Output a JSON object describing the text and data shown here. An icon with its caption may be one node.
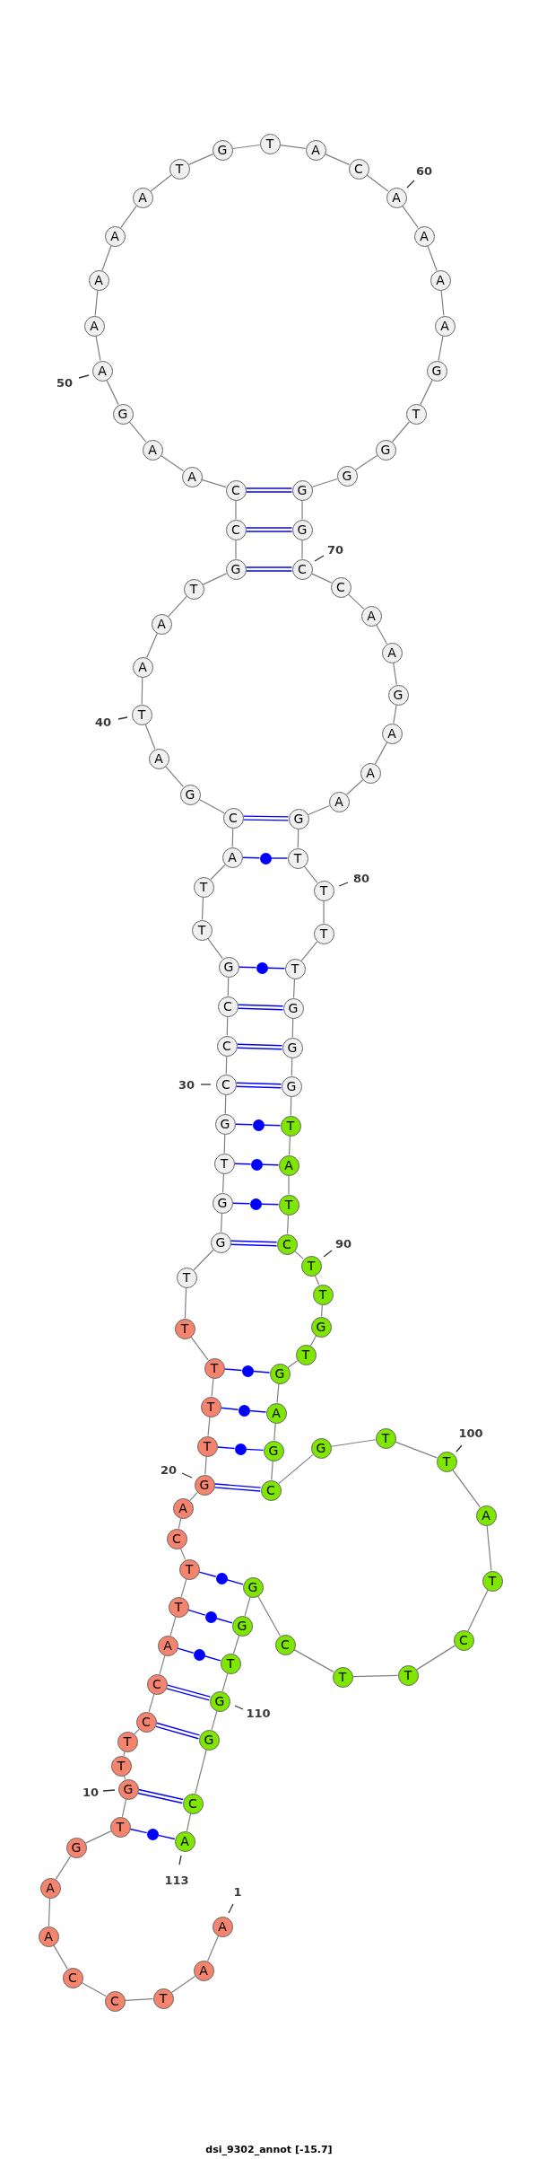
{
  "diagram": {
    "caption": "dsi_9302_annot [-15.7]",
    "nodes": [
      {
        "text": [
          "A"
        ],
        "beside": [
          "1"
        ]
      },
      {
        "text": [
          "A"
        ]
      },
      {
        "text": [
          "T"
        ]
      },
      {
        "text": [
          "C"
        ]
      },
      {
        "text": [
          "C"
        ]
      },
      {
        "text": [
          "A"
        ]
      },
      {
        "text": [
          "A"
        ]
      },
      {
        "text": [
          "G"
        ]
      },
      {
        "text": [
          "T"
        ]
      },
      {
        "text": [
          "G"
        ],
        "beside": [
          "10"
        ]
      },
      {
        "text": [
          "T"
        ]
      },
      {
        "text": [
          "T"
        ]
      },
      {
        "text": [
          "C"
        ]
      },
      {
        "text": [
          "C"
        ]
      },
      {
        "text": [
          "A"
        ]
      },
      {
        "text": [
          "T"
        ]
      },
      {
        "text": [
          "T"
        ]
      },
      {
        "text": [
          "C"
        ]
      },
      {
        "text": [
          "A"
        ]
      },
      {
        "text": [
          "G"
        ],
        "beside": [
          "20"
        ]
      },
      {
        "text": [
          "T"
        ]
      },
      {
        "text": [
          "T"
        ]
      },
      {
        "text": [
          "T"
        ]
      },
      {
        "text": [
          "T"
        ]
      },
      {
        "text": [
          "T"
        ]
      },
      {
        "text": [
          "G"
        ]
      },
      {
        "text": [
          "G"
        ]
      },
      {
        "text": [
          "T"
        ]
      },
      {
        "text": [
          "G"
        ]
      },
      {
        "text": [
          "C"
        ],
        "beside": [
          "30"
        ]
      },
      {
        "text": [
          "C"
        ]
      },
      {
        "text": [
          "C"
        ]
      },
      {
        "text": [
          "G"
        ]
      },
      {
        "text": [
          "T"
        ]
      },
      {
        "text": [
          "T"
        ]
      },
      {
        "text": [
          "A"
        ]
      },
      {
        "text": [
          "C"
        ]
      },
      {
        "text": [
          "G"
        ]
      },
      {
        "text": [
          "A"
        ]
      },
      {
        "text": [
          "T"
        ],
        "beside": [
          "40"
        ]
      },
      {
        "text": [
          "A"
        ]
      },
      {
        "text": [
          "A"
        ]
      },
      {
        "text": [
          "T"
        ]
      },
      {
        "text": [
          "G"
        ]
      },
      {
        "text": [
          "C"
        ]
      },
      {
        "text": [
          "C"
        ]
      },
      {
        "text": [
          "A"
        ]
      },
      {
        "text": [
          "A"
        ]
      },
      {
        "text": [
          "G"
        ]
      },
      {
        "text": [
          "A"
        ],
        "beside": [
          "50"
        ]
      },
      {
        "text": [
          "A"
        ]
      },
      {
        "text": [
          "A"
        ]
      },
      {
        "text": [
          "A"
        ]
      },
      {
        "text": [
          "A"
        ]
      },
      {
        "text": [
          "T"
        ]
      },
      {
        "text": [
          "G"
        ]
      },
      {
        "text": [
          "T"
        ]
      },
      {
        "text": [
          "A"
        ]
      },
      {
        "text": [
          "C"
        ]
      },
      {
        "text": [
          "A"
        ],
        "beside": [
          "60"
        ]
      },
      {
        "text": [
          "A"
        ]
      },
      {
        "text": [
          "A"
        ]
      },
      {
        "text": [
          "A"
        ]
      },
      {
        "text": [
          "G"
        ]
      },
      {
        "text": [
          "T"
        ]
      },
      {
        "text": [
          "G"
        ]
      },
      {
        "text": [
          "G"
        ]
      },
      {
        "text": [
          "G"
        ]
      },
      {
        "text": [
          "G"
        ]
      },
      {
        "text": [
          "C"
        ],
        "beside": [
          "70"
        ]
      },
      {
        "text": [
          "C"
        ]
      },
      {
        "text": [
          "A"
        ]
      },
      {
        "text": [
          "A"
        ]
      },
      {
        "text": [
          "G"
        ]
      },
      {
        "text": [
          "A"
        ]
      },
      {
        "text": [
          "A"
        ]
      },
      {
        "text": [
          "A"
        ]
      },
      {
        "text": [
          "G"
        ]
      },
      {
        "text": [
          "T"
        ]
      },
      {
        "text": [
          "T"
        ],
        "beside": [
          "80"
        ]
      },
      {
        "text": [
          "T"
        ]
      },
      {
        "text": [
          "T"
        ]
      },
      {
        "text": [
          "G"
        ]
      },
      {
        "text": [
          "G"
        ]
      },
      {
        "text": [
          "G"
        ]
      },
      {
        "text": [
          "T"
        ]
      },
      {
        "text": [
          "A"
        ]
      },
      {
        "text": [
          "T"
        ]
      },
      {
        "text": [
          "C"
        ]
      },
      {
        "text": [
          "T"
        ],
        "beside": [
          "90"
        ]
      },
      {
        "text": [
          "T"
        ]
      },
      {
        "text": [
          "G"
        ]
      },
      {
        "text": [
          "T"
        ]
      },
      {
        "text": [
          "G"
        ]
      },
      {
        "text": [
          "A"
        ]
      },
      {
        "text": [
          "G"
        ]
      },
      {
        "text": [
          "C"
        ]
      },
      {
        "text": [
          "G"
        ]
      },
      {
        "text": [
          "T"
        ]
      },
      {
        "text": [
          "T"
        ],
        "beside": [
          "100"
        ]
      },
      {
        "text": [
          "A"
        ]
      },
      {
        "text": [
          "T"
        ]
      },
      {
        "text": [
          "C"
        ]
      },
      {
        "text": [
          "T"
        ]
      },
      {
        "text": [
          "T"
        ]
      },
      {
        "text": [
          "C"
        ]
      },
      {
        "text": [
          "G"
        ]
      },
      {
        "text": [
          "G"
        ]
      },
      {
        "text": [
          "T"
        ]
      },
      {
        "text": [
          "G"
        ],
        "beside": [
          "110"
        ]
      },
      {
        "text": [
          "G"
        ]
      },
      {
        "text": [
          "C"
        ]
      },
      {
        "text": [
          "A"
        ],
        "beside": [
          "113"
        ]
      },
      {
        "text": [],
        "shape": "circle"
      },
      {
        "text": [],
        "shape": "circle"
      },
      {
        "text": [],
        "shape": "circle"
      },
      {
        "text": [],
        "shape": "circle"
      },
      {
        "text": [],
        "shape": "circle"
      },
      {
        "text": [],
        "shape": "circle"
      },
      {
        "text": [],
        "shape": "circle"
      },
      {
        "text": [],
        "shape": "circle"
      },
      {
        "text": [],
        "shape": "circle"
      },
      {
        "text": [],
        "shape": "circle"
      },
      {
        "text": [],
        "shape": "circle"
      },
      {
        "text": [],
        "shape": "circle"
      }
    ],
    "edges": [
      {
        "from": 0,
        "to": 1,
        "arrow": "none"
      },
      {
        "from": 1,
        "to": 2,
        "arrow": "none"
      },
      {
        "from": 2,
        "to": 3,
        "arrow": "none"
      },
      {
        "from": 3,
        "to": 4,
        "arrow": "none"
      },
      {
        "from": 4,
        "to": 5,
        "arrow": "none"
      },
      {
        "from": 5,
        "to": 6,
        "arrow": "none"
      },
      {
        "from": 6,
        "to": 7,
        "arrow": "none"
      },
      {
        "from": 7,
        "to": 8,
        "arrow": "none"
      },
      {
        "from": 8,
        "to": 9,
        "arrow": "none"
      },
      {
        "from": 9,
        "to": 10,
        "arrow": "none"
      },
      {
        "from": 10,
        "to": 11,
        "arrow": "none"
      },
      {
        "from": 11,
        "to": 12,
        "arrow": "none"
      },
      {
        "from": 12,
        "to": 13,
        "arrow": "none"
      },
      {
        "from": 13,
        "to": 14,
        "arrow": "none"
      },
      {
        "from": 14,
        "to": 15,
        "arrow": "none"
      },
      {
        "from": 15,
        "to": 16,
        "arrow": "none"
      },
      {
        "from": 16,
        "to": 17,
        "arrow": "none"
      },
      {
        "from": 17,
        "to": 18,
        "arrow": "none"
      },
      {
        "from": 18,
        "to": 19,
        "arrow": "none"
      },
      {
        "from": 19,
        "to": 20,
        "arrow": "none"
      },
      {
        "from": 20,
        "to": 21,
        "arrow": "none"
      },
      {
        "from": 21,
        "to": 22,
        "arrow": "none"
      },
      {
        "from": 22,
        "to": 23,
        "arrow": "none"
      },
      {
        "from": 23,
        "to": 24,
        "arrow": "none"
      },
      {
        "from": 24,
        "to": 25,
        "arrow": "none"
      },
      {
        "from": 25,
        "to": 26,
        "arrow": "none"
      },
      {
        "from": 26,
        "to": 27,
        "arrow": "none"
      },
      {
        "from": 27,
        "to": 28,
        "arrow": "none"
      },
      {
        "from": 28,
        "to": 29,
        "arrow": "none"
      },
      {
        "from": 29,
        "to": 30,
        "arrow": "none"
      },
      {
        "from": 30,
        "to": 31,
        "arrow": "none"
      },
      {
        "from": 31,
        "to": 32,
        "arrow": "none"
      },
      {
        "from": 32,
        "to": 33,
        "arrow": "none"
      },
      {
        "from": 33,
        "to": 34,
        "arrow": "none"
      },
      {
        "from": 34,
        "to": 35,
        "arrow": "none"
      },
      {
        "from": 35,
        "to": 36,
        "arrow": "none"
      },
      {
        "from": 36,
        "to": 37,
        "arrow": "none"
      },
      {
        "from": 37,
        "to": 38,
        "arrow": "none"
      },
      {
        "from": 38,
        "to": 39,
        "arrow": "none"
      },
      {
        "from": 39,
        "to": 40,
        "arrow": "none"
      },
      {
        "from": 40,
        "to": 41,
        "arrow": "none"
      },
      {
        "from": 41,
        "to": 42,
        "arrow": "none"
      },
      {
        "from": 42,
        "to": 43,
        "arrow": "none"
      },
      {
        "from": 43,
        "to": 44,
        "arrow": "none"
      },
      {
        "from": 44,
        "to": 45,
        "arrow": "none"
      },
      {
        "from": 45,
        "to": 46,
        "arrow": "none"
      },
      {
        "from": 46,
        "to": 47,
        "arrow": "none"
      },
      {
        "from": 47,
        "to": 48,
        "arrow": "none"
      },
      {
        "from": 48,
        "to": 49,
        "arrow": "none"
      },
      {
        "from": 49,
        "to": 50,
        "arrow": "none"
      },
      {
        "from": 50,
        "to": 51,
        "arrow": "none"
      },
      {
        "from": 51,
        "to": 52,
        "arrow": "none"
      },
      {
        "from": 52,
        "to": 53,
        "arrow": "none"
      },
      {
        "from": 53,
        "to": 54,
        "arrow": "none"
      },
      {
        "from": 54,
        "to": 55,
        "arrow": "none"
      },
      {
        "from": 55,
        "to": 56,
        "arrow": "none"
      },
      {
        "from": 56,
        "to": 57,
        "arrow": "none"
      },
      {
        "from": 57,
        "to": 58,
        "arrow": "none"
      },
      {
        "from": 58,
        "to": 59,
        "arrow": "none"
      },
      {
        "from": 59,
        "to": 60,
        "arrow": "none"
      },
      {
        "from": 60,
        "to": 61,
        "arrow": "none"
      },
      {
        "from": 61,
        "to": 62,
        "arrow": "none"
      },
      {
        "from": 62,
        "to": 63,
        "arrow": "none"
      },
      {
        "from": 63,
        "to": 64,
        "arrow": "none"
      },
      {
        "from": 64,
        "to": 65,
        "arrow": "none"
      },
      {
        "from": 65,
        "to": 66,
        "arrow": "none"
      },
      {
        "from": 66,
        "to": 67,
        "arrow": "none"
      },
      {
        "from": 67,
        "to": 68,
        "arrow": "none"
      },
      {
        "from": 68,
        "to": 69,
        "arrow": "none"
      },
      {
        "from": 69,
        "to": 70,
        "arrow": "none"
      },
      {
        "from": 70,
        "to": 71,
        "arrow": "none"
      },
      {
        "from": 71,
        "to": 72,
        "arrow": "none"
      },
      {
        "from": 72,
        "to": 73,
        "arrow": "none"
      },
      {
        "from": 73,
        "to": 74,
        "arrow": "none"
      },
      {
        "from": 74,
        "to": 75,
        "arrow": "none"
      },
      {
        "from": 75,
        "to": 76,
        "arrow": "none"
      },
      {
        "from": 76,
        "to": 77,
        "arrow": "none"
      },
      {
        "from": 77,
        "to": 78,
        "arrow": "none"
      },
      {
        "from": 78,
        "to": 79,
        "arrow": "none"
      },
      {
        "from": 79,
        "to": 80,
        "arrow": "none"
      },
      {
        "from": 80,
        "to": 81,
        "arrow": "none"
      },
      {
        "from": 81,
        "to": 82,
        "arrow": "none"
      },
      {
        "from": 82,
        "to": 83,
        "arrow": "none"
      },
      {
        "from": 83,
        "to": 84,
        "arrow": "none"
      },
      {
        "from": 84,
        "to": 85,
        "arrow": "none"
      },
      {
        "from": 85,
        "to": 86,
        "arrow": "none"
      },
      {
        "from": 86,
        "to": 87,
        "arrow": "none"
      },
      {
        "from": 87,
        "to": 88,
        "arrow": "none"
      },
      {
        "from": 88,
        "to": 89,
        "arrow": "none"
      },
      {
        "from": 89,
        "to": 90,
        "arrow": "none"
      },
      {
        "from": 90,
        "to": 91,
        "arrow": "none"
      },
      {
        "from": 91,
        "to": 92,
        "arrow": "none"
      },
      {
        "from": 92,
        "to": 93,
        "arrow": "none"
      },
      {
        "from": 93,
        "to": 94,
        "arrow": "none"
      },
      {
        "from": 94,
        "to": 95,
        "arrow": "none"
      },
      {
        "from": 95,
        "to": 96,
        "arrow": "none"
      },
      {
        "from": 96,
        "to": 97,
        "arrow": "none"
      },
      {
        "from": 97,
        "to": 98,
        "arrow": "none"
      },
      {
        "from": 98,
        "to": 99,
        "arrow": "none"
      },
      {
        "from": 99,
        "to": 100,
        "arrow": "none"
      },
      {
        "from": 100,
        "to": 101,
        "arrow": "none"
      },
      {
        "from": 101,
        "to": 102,
        "arrow": "none"
      },
      {
        "from": 102,
        "to": 103,
        "arrow": "none"
      },
      {
        "from": 103,
        "to": 104,
        "arrow": "none"
      },
      {
        "from": 104,
        "to": 105,
        "arrow": "none"
      },
      {
        "from": 105,
        "to": 106,
        "arrow": "none"
      },
      {
        "from": 106,
        "to": 107,
        "arrow": "none"
      },
      {
        "from": 107,
        "to": 108,
        "arrow": "none"
      },
      {
        "from": 108,
        "to": 109,
        "arrow": "none"
      },
      {
        "from": 109,
        "to": 110,
        "arrow": "none"
      },
      {
        "from": 110,
        "to": 111,
        "arrow": "none"
      },
      {
        "from": 111,
        "to": 112,
        "arrow": "none"
      },
      {
        "from": 45,
        "to": 67,
        "arrow": "none",
        "color": "#0000ff"
      },
      {
        "from": 44,
        "to": 68,
        "arrow": "none",
        "color": "#0000ff"
      },
      {
        "from": 43,
        "to": 69,
        "arrow": "none",
        "color": "#0000ff"
      },
      {
        "from": 36,
        "to": 77,
        "arrow": "none",
        "color": "#0000ff"
      },
      {
        "from": 35,
        "to": 113,
        "arrow": "none",
        "color": "#0000ff"
      },
      {
        "from": 113,
        "to": 78,
        "arrow": "none",
        "color": "#0000ff"
      },
      {
        "from": 32,
        "to": 114,
        "arrow": "none",
        "color": "#0000ff"
      },
      {
        "from": 114,
        "to": 81,
        "arrow": "none",
        "color": "#0000ff"
      },
      {
        "from": 31,
        "to": 82,
        "arrow": "none",
        "color": "#0000ff"
      },
      {
        "from": 30,
        "to": 83,
        "arrow": "none",
        "color": "#0000ff"
      },
      {
        "from": 29,
        "to": 84,
        "arrow": "none",
        "color": "#0000ff"
      },
      {
        "from": 28,
        "to": 115,
        "arrow": "none",
        "color": "#0000ff"
      },
      {
        "from": 115,
        "to": 85,
        "arrow": "none",
        "color": "#0000ff"
      },
      {
        "from": 27,
        "to": 116,
        "arrow": "none",
        "color": "#0000ff"
      },
      {
        "from": 116,
        "to": 86,
        "arrow": "none",
        "color": "#0000ff"
      },
      {
        "from": 26,
        "to": 117,
        "arrow": "none",
        "color": "#0000ff"
      },
      {
        "from": 117,
        "to": 87,
        "arrow": "none",
        "color": "#0000ff"
      },
      {
        "from": 25,
        "to": 88,
        "arrow": "none",
        "color": "#0000ff"
      },
      {
        "from": 22,
        "to": 118,
        "arrow": "none",
        "color": "#0000ff"
      },
      {
        "from": 118,
        "to": 93,
        "arrow": "none",
        "color": "#0000ff"
      },
      {
        "from": 21,
        "to": 119,
        "arrow": "none",
        "color": "#0000ff"
      },
      {
        "from": 119,
        "to": 94,
        "arrow": "none",
        "color": "#0000ff"
      },
      {
        "from": 20,
        "to": 120,
        "arrow": "none",
        "color": "#0000ff"
      },
      {
        "from": 120,
        "to": 95,
        "arrow": "none",
        "color": "#0000ff"
      },
      {
        "from": 19,
        "to": 96,
        "arrow": "none",
        "color": "#0000ff"
      },
      {
        "from": 16,
        "to": 121,
        "arrow": "none",
        "color": "#0000ff"
      },
      {
        "from": 121,
        "to": 106,
        "arrow": "none",
        "color": "#0000ff"
      },
      {
        "from": 15,
        "to": 122,
        "arrow": "none",
        "color": "#0000ff"
      },
      {
        "from": 122,
        "to": 107,
        "arrow": "none",
        "color": "#0000ff"
      },
      {
        "from": 14,
        "to": 123,
        "arrow": "none",
        "color": "#0000ff"
      },
      {
        "from": 123,
        "to": 108,
        "arrow": "none",
        "color": "#0000ff"
      },
      {
        "from": 13,
        "to": 109,
        "arrow": "none",
        "color": "#0000ff"
      },
      {
        "from": 12,
        "to": 110,
        "arrow": "none",
        "color": "#0000ff"
      },
      {
        "from": 9,
        "to": 111,
        "arrow": "none",
        "color": "#0000ff"
      },
      {
        "from": 8,
        "to": 124,
        "arrow": "none",
        "color": "#0000ff"
      },
      {
        "from": 124,
        "to": 112,
        "arrow": "none",
        "color": "#0000ff"
      }
    ]
  }
}
